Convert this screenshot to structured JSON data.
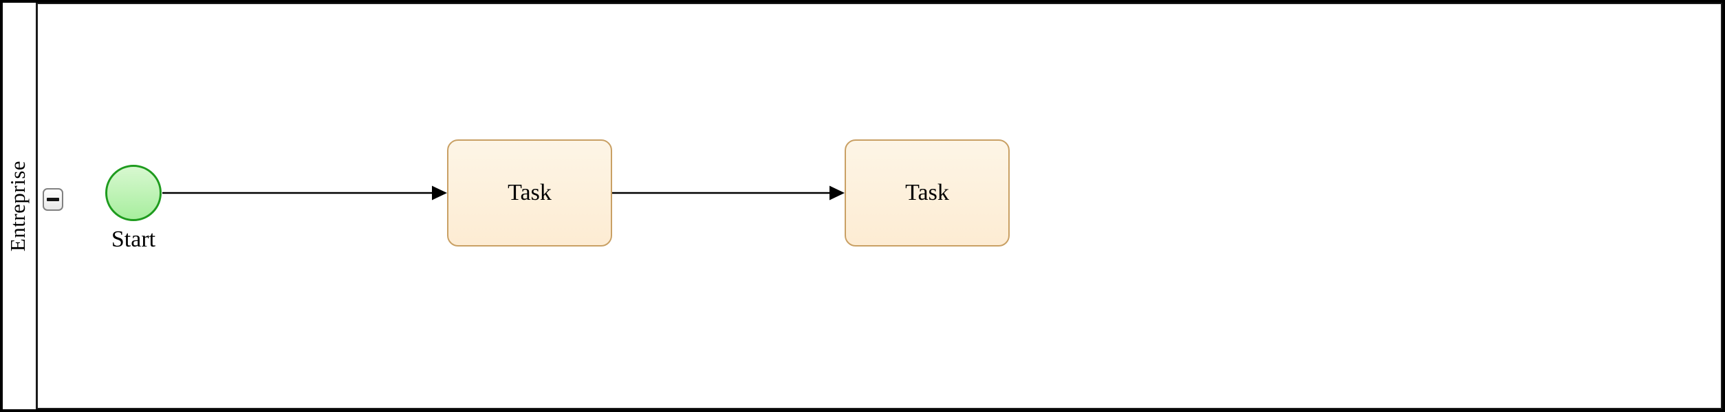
{
  "pool": {
    "label": "Entreprise",
    "collapse_icon": "minus-icon"
  },
  "diagram": {
    "start_event": {
      "label": "Start",
      "shape": "circle"
    },
    "tasks": [
      {
        "label": "Task"
      },
      {
        "label": "Task"
      }
    ],
    "flows": [
      {
        "from": "start-event",
        "to": "task-1"
      },
      {
        "from": "task-1",
        "to": "task-2"
      }
    ]
  },
  "colors": {
    "canvas_bg": "#ffffff",
    "pool_border": "#000000",
    "lane_border": "#1a1a1a",
    "label_color": "#000000",
    "task_border": "#c9a064",
    "task_fill_top": "#fdf5e6",
    "task_fill_bottom": "#fdecd3",
    "event_border": "#1e9b1e",
    "event_fill_top": "#d8f8d0",
    "event_fill_bottom": "#a7ee9e",
    "flow_color": "#000000",
    "button_border": "#808080",
    "button_fill_top": "#ffffff",
    "button_fill_bottom": "#e9e9e9"
  }
}
